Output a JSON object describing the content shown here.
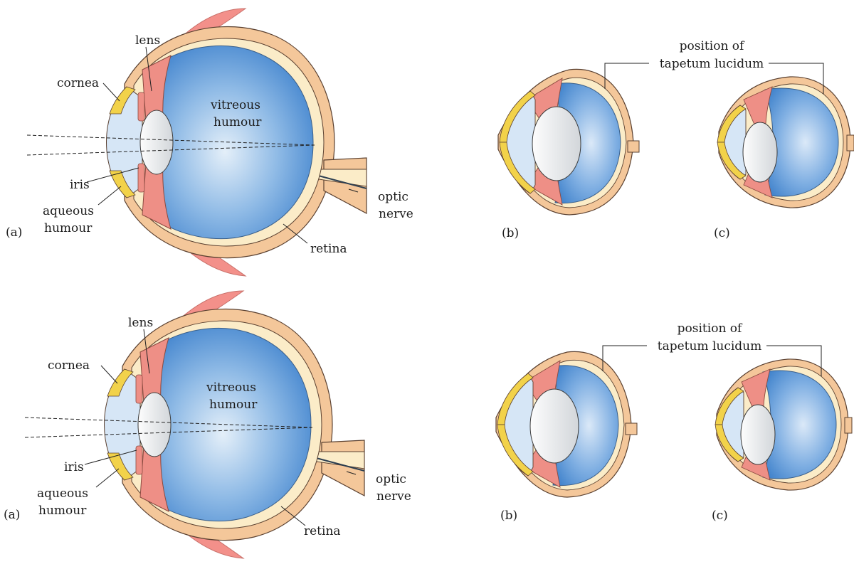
{
  "figures": [
    {
      "main_eye": {
        "panel_label": "(a)",
        "labels": {
          "lens": "lens",
          "cornea": "cornea",
          "vitreous_line1": "vitreous",
          "vitreous_line2": "humour",
          "iris": "iris",
          "aqueous_line1": "aqueous",
          "aqueous_line2": "humour",
          "optic_line1": "optic",
          "optic_line2": "nerve",
          "retina": "retina"
        }
      },
      "tapetum_label_line1": "position of",
      "tapetum_label_line2": "tapetum lucidum",
      "panel_b": "(b)",
      "panel_c": "(c)"
    },
    {
      "main_eye": {
        "panel_label": "(a)",
        "labels": {
          "lens": "lens",
          "cornea": "cornea",
          "vitreous_line1": "vitreous",
          "vitreous_line2": "humour",
          "iris": "iris",
          "aqueous_line1": "aqueous",
          "aqueous_line2": "humour",
          "optic_line1": "optic",
          "optic_line2": "nerve",
          "retina": "retina"
        }
      },
      "tapetum_label_line1": "position of",
      "tapetum_label_line2": "tapetum lucidum",
      "panel_b": "(b)",
      "panel_c": "(c)"
    }
  ],
  "colors": {
    "sclera": "#f4c79a",
    "inner_layer": "#fbecc8",
    "ciliary": "#ee8f86",
    "eyelid": "#f3908a",
    "vitreous_center": "#dbe9f8",
    "vitreous_edge": "#3f84d0",
    "lens": "#e6e8ea",
    "aqueous": "#d6e6f6",
    "iris": "#f2d24a",
    "outline": "#5a4030"
  }
}
